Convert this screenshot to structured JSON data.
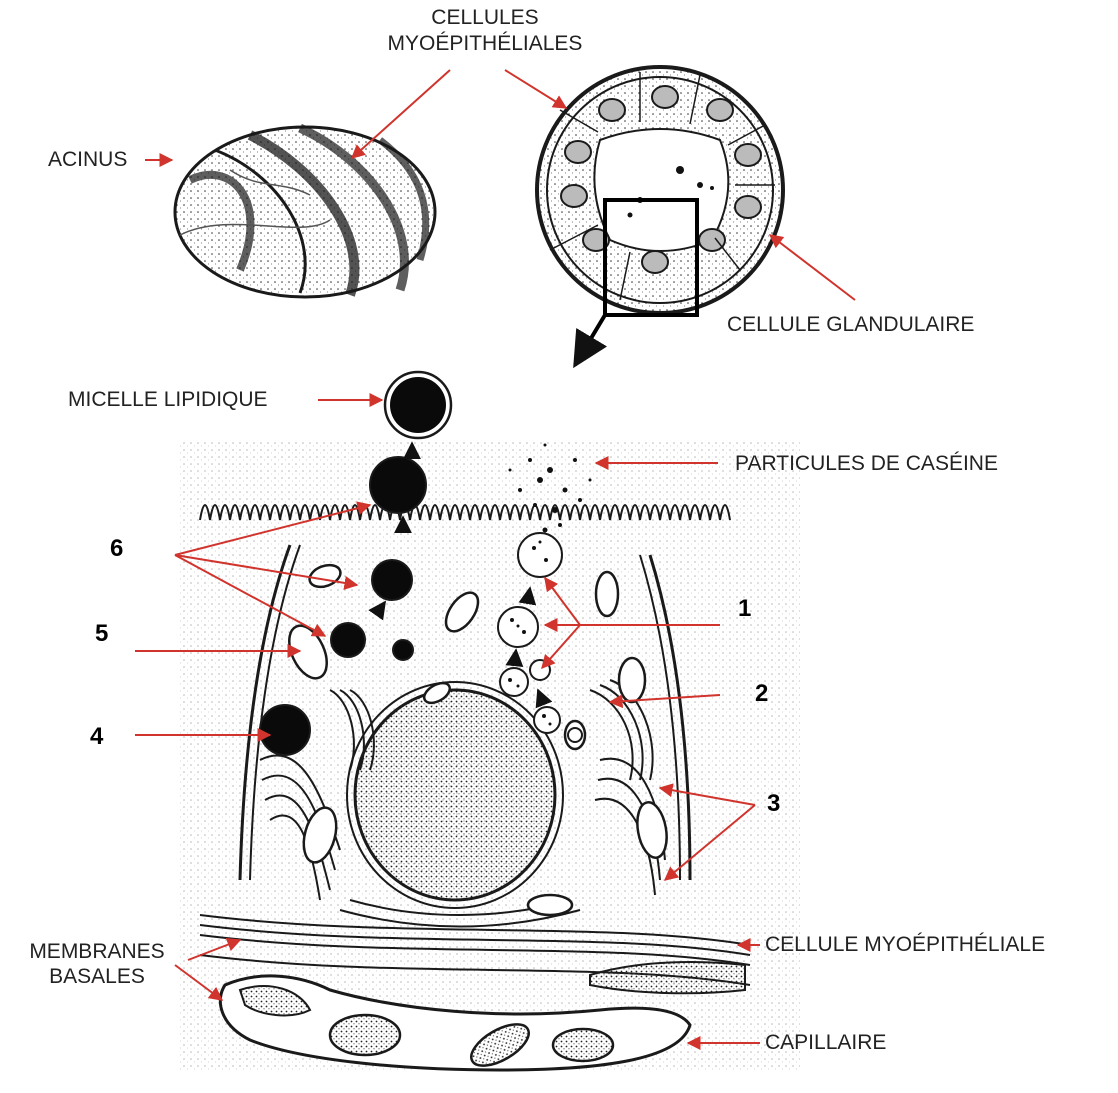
{
  "labels": {
    "cellules_myoepitheliales_line1": "CELLULES",
    "cellules_myoepitheliales_line2": "MYOÉPITHÉLIALES",
    "acinus": "ACINUS",
    "cellule_glandulaire": "CELLULE GLANDULAIRE",
    "micelle_lipidique": "MICELLE LIPIDIQUE",
    "particules_caseine": "PARTICULES DE CASÉINE",
    "membranes_basales_line1": "MEMBRANES",
    "membranes_basales_line2": "BASALES",
    "cellule_myoepitheliale": "CELLULE MYOÉPITHÉLIALE",
    "capillaire": "CAPILLAIRE"
  },
  "numbers": {
    "n1": "1",
    "n2": "2",
    "n3": "3",
    "n4": "4",
    "n5": "5",
    "n6": "6"
  },
  "colors": {
    "arrow": "#d0342c",
    "ink": "#1a1a1a",
    "text": "#222222"
  }
}
